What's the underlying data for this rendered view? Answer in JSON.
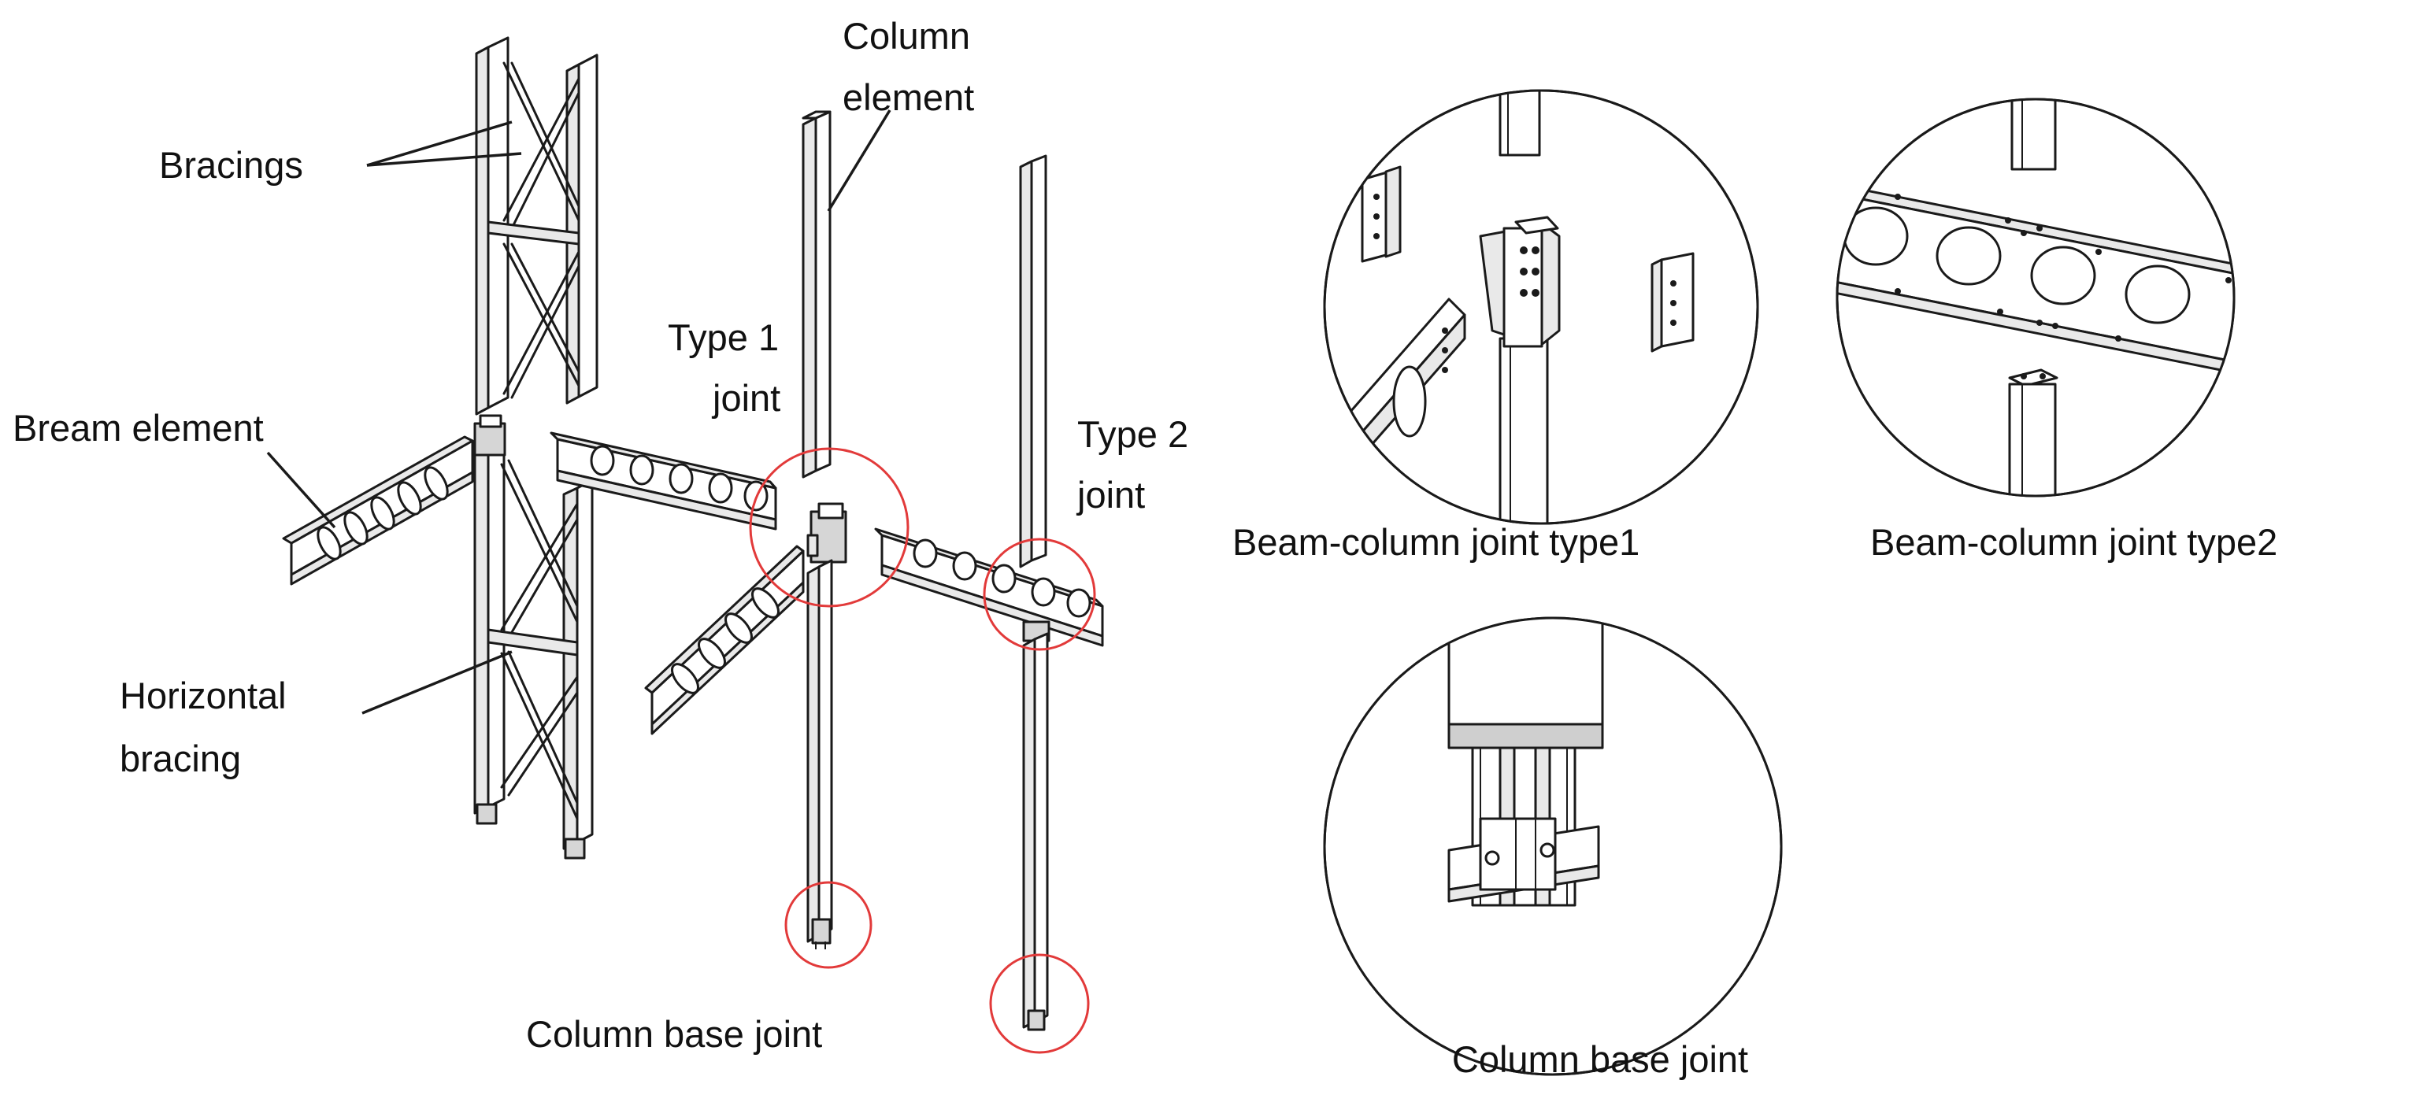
{
  "labels": {
    "column_element": [
      "Column",
      "element"
    ],
    "bracings": "Bracings",
    "bream_element": "Bream element",
    "type1_joint": [
      "Type 1",
      "joint"
    ],
    "type2_joint": [
      "Type 2",
      "joint"
    ],
    "horizontal_bracing": [
      "Horizontal",
      "bracing"
    ],
    "column_base_joint_left": "Column base joint",
    "detail_type1": "Beam-column joint type1",
    "detail_type2": "Beam-column joint type2",
    "detail_base": "Column base joint"
  },
  "colors": {
    "line": "#1a1a1a",
    "highlight_circle": "#e23a3a",
    "background": "#ffffff"
  }
}
